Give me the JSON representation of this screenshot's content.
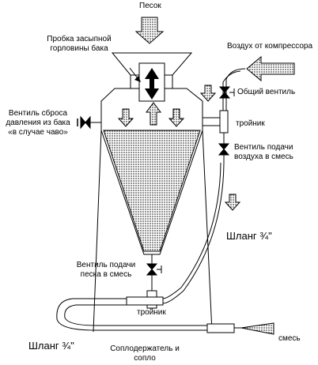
{
  "labels": {
    "sand": "Песок",
    "plug_line1": "Пробка засыпной",
    "plug_line2": "горловины бака",
    "air_from_compressor": "Воздух от компрессора",
    "main_valve": "Общий вентиль",
    "relief_line1": "Вентиль сброса",
    "relief_line2": "давления из бака",
    "relief_line3": "«в случае чаво»",
    "tee_upper": "тройник",
    "air_valve_line1": "Вентиль подачи",
    "air_valve_line2": "воздуха в смесь",
    "hose_right": "Шланг ¾\"",
    "sand_valve_line1": "Вентиль подачи",
    "sand_valve_line2": "песка в смесь",
    "tee_lower": "тройник",
    "hose_left": "Шланг ¾\"",
    "nozzle_line1": "Соплодержатель и",
    "nozzle_line2": "сопло",
    "mixture": "смесь"
  },
  "icons": [
    "arrow-down-icon",
    "arrow-left-icon",
    "arrow-up-down-icon",
    "valve-icon",
    "tee-fitting-icon"
  ]
}
